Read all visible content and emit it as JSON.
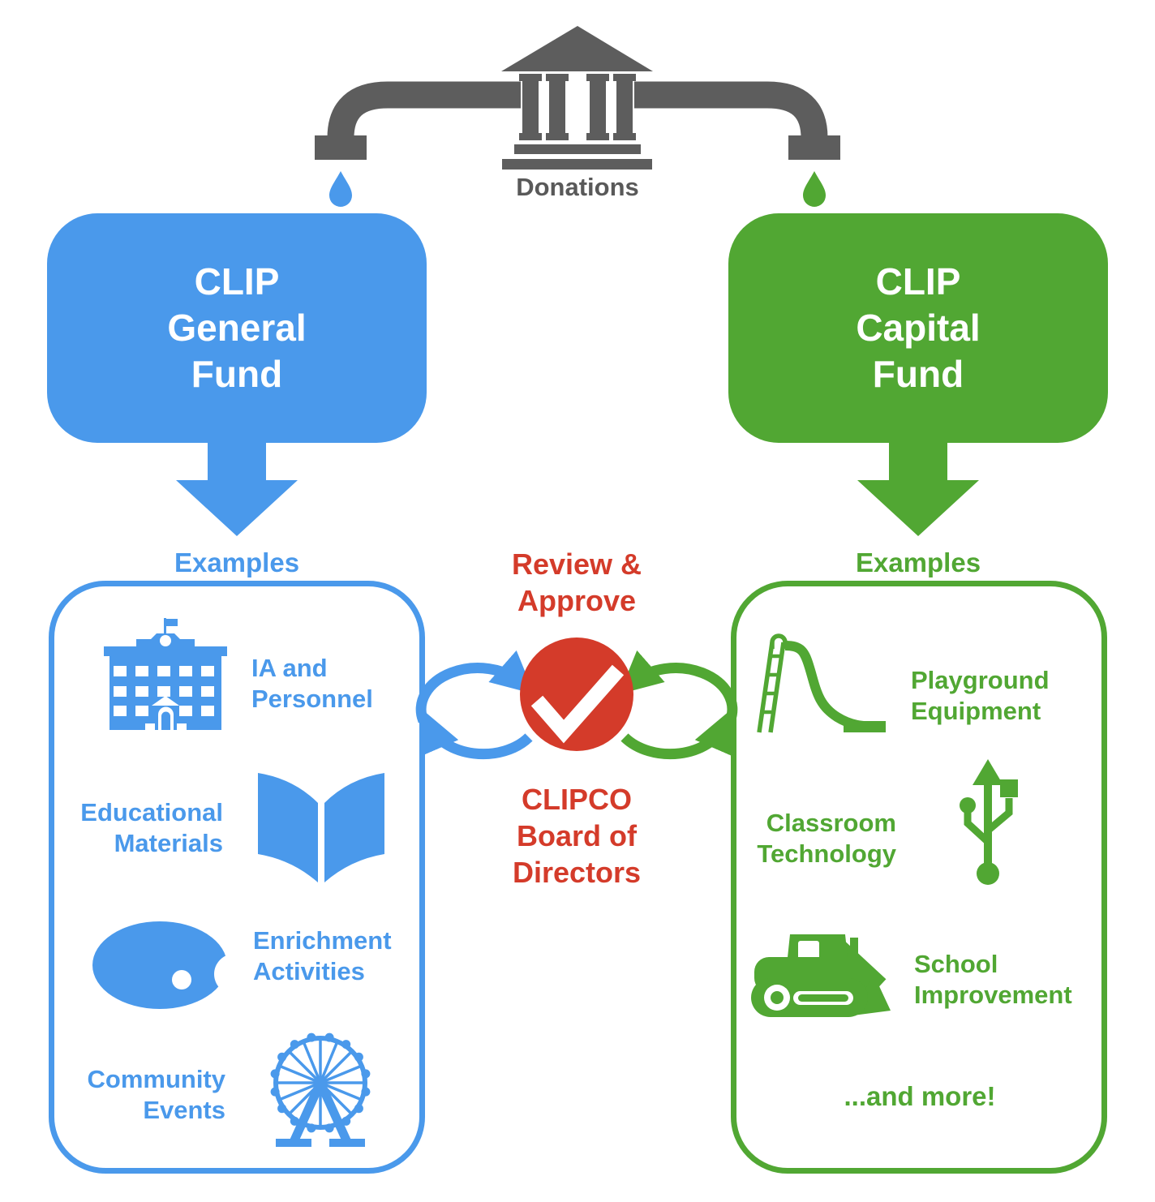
{
  "colors": {
    "blue": "#4A99EB",
    "green": "#51A733",
    "red": "#D43B2A",
    "gray": "#5D5D5D",
    "text_gray": "#595959"
  },
  "header": {
    "donations_label": "Donations",
    "bank_icon": "bank-icon",
    "left_pipe_icon": "pipe-icon",
    "right_pipe_icon": "pipe-icon",
    "left_drop_icon": "water-drop-icon",
    "right_drop_icon": "water-drop-icon"
  },
  "left_fund": {
    "title_lines": [
      "CLIP",
      "General",
      "Fund"
    ],
    "examples_label": "Examples",
    "items": [
      {
        "icon": "school-building-icon",
        "lines": [
          "IA and",
          "Personnel"
        ]
      },
      {
        "icon": "open-book-icon",
        "lines": [
          "Educational",
          "Materials"
        ]
      },
      {
        "icon": "paint-palette-icon",
        "lines": [
          "Enrichment",
          "Activities"
        ]
      },
      {
        "icon": "ferris-wheel-icon",
        "lines": [
          "Community",
          "Events"
        ]
      }
    ]
  },
  "right_fund": {
    "title_lines": [
      "CLIP",
      "Capital",
      "Fund"
    ],
    "examples_label": "Examples",
    "items": [
      {
        "icon": "playground-slide-icon",
        "lines": [
          "Playground",
          "Equipment"
        ]
      },
      {
        "icon": "usb-symbol-icon",
        "lines": [
          "Classroom",
          "Technology"
        ]
      },
      {
        "icon": "bulldozer-icon",
        "lines": [
          "School",
          "Improvement"
        ]
      }
    ],
    "more_label": "...and more!"
  },
  "center": {
    "review_lines": [
      "Review &",
      "Approve"
    ],
    "board_lines": [
      "CLIPCO",
      "Board of",
      "Directors"
    ],
    "check_icon": "checkmark-circle-icon",
    "left_cycle_icon": "cycle-arrows-icon",
    "right_cycle_icon": "cycle-arrows-icon"
  }
}
